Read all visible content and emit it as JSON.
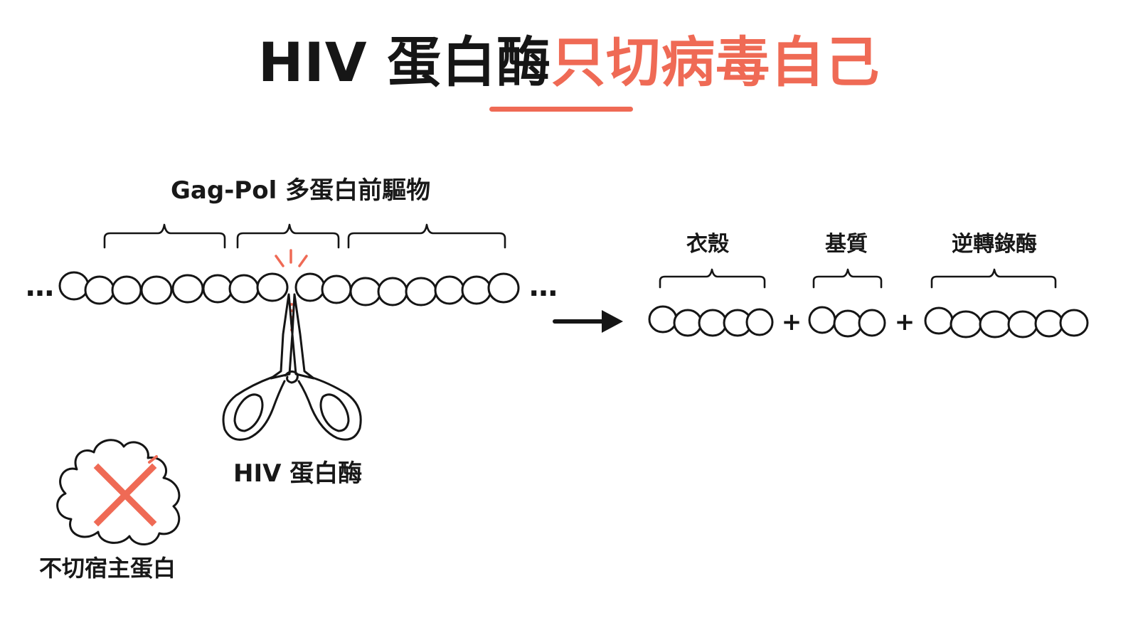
{
  "title": {
    "prefix": "HIV 蛋白酶",
    "highlight": "只切病毒自己"
  },
  "precursor": {
    "label": "Gag-Pol 多蛋白前驅物",
    "ellipsis_left": "…",
    "ellipsis_right": "…"
  },
  "protease": {
    "label": "HIV 蛋白酶"
  },
  "products": [
    {
      "label": "衣殼"
    },
    {
      "label": "基質"
    },
    {
      "label": "逆轉錄酶"
    }
  ],
  "operators": {
    "plus_1": "+",
    "plus_2": "+"
  },
  "host": {
    "label": "不切宿主蛋白"
  },
  "colors": {
    "accent": "#ef6a55",
    "ink": "#151515"
  },
  "icons": {
    "scissors": "scissors-icon",
    "arrow": "arrow-right-icon",
    "no_cut": "cross-mark-icon",
    "host_protein": "host-protein-blob-icon"
  }
}
